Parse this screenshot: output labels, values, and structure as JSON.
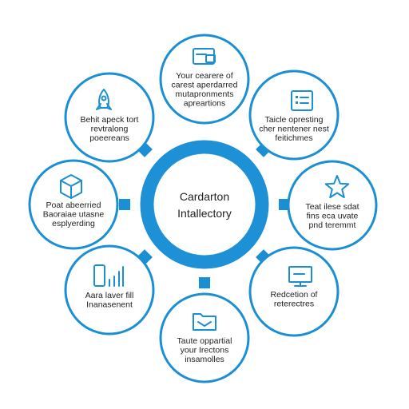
{
  "colors": {
    "accent": "#1a8fd3",
    "ring": "#1e90d6",
    "text": "#222222",
    "background": "#ffffff"
  },
  "center": {
    "line1": "Cardarton",
    "line2": "Intallectory"
  },
  "nodes": [
    {
      "id": "top",
      "icon": "folder-card-icon",
      "lines": [
        "Your cearere of",
        "carest aperdarred",
        "mutapronments",
        "apreartions"
      ]
    },
    {
      "id": "top-right",
      "icon": "list-document-icon",
      "lines": [
        "Taicle opresting",
        "cher nentener nest",
        "feitichmes"
      ]
    },
    {
      "id": "right",
      "icon": "star-icon",
      "lines": [
        "Teat ilese sdat",
        "fins eca uvate",
        "pnd teremmt"
      ]
    },
    {
      "id": "bottom-right",
      "icon": "monitor-icon",
      "lines": [
        "Redcetion of",
        "reterectres"
      ]
    },
    {
      "id": "bottom",
      "icon": "open-folder-icon",
      "lines": [
        "Taute oppartial",
        "your Irectons",
        "insamolles"
      ]
    },
    {
      "id": "bottom-left",
      "icon": "phone-bar-chart-icon",
      "lines": [
        "Aara laver fill",
        "Inanasenent"
      ]
    },
    {
      "id": "left",
      "icon": "cube-icon",
      "lines": [
        "Poat abeerried",
        "Baoraiae utasne",
        "esplyerding"
      ]
    },
    {
      "id": "top-left",
      "icon": "rocket-icon",
      "lines": [
        "Behit apeck tort",
        "revtralong",
        "poeereans"
      ]
    }
  ]
}
